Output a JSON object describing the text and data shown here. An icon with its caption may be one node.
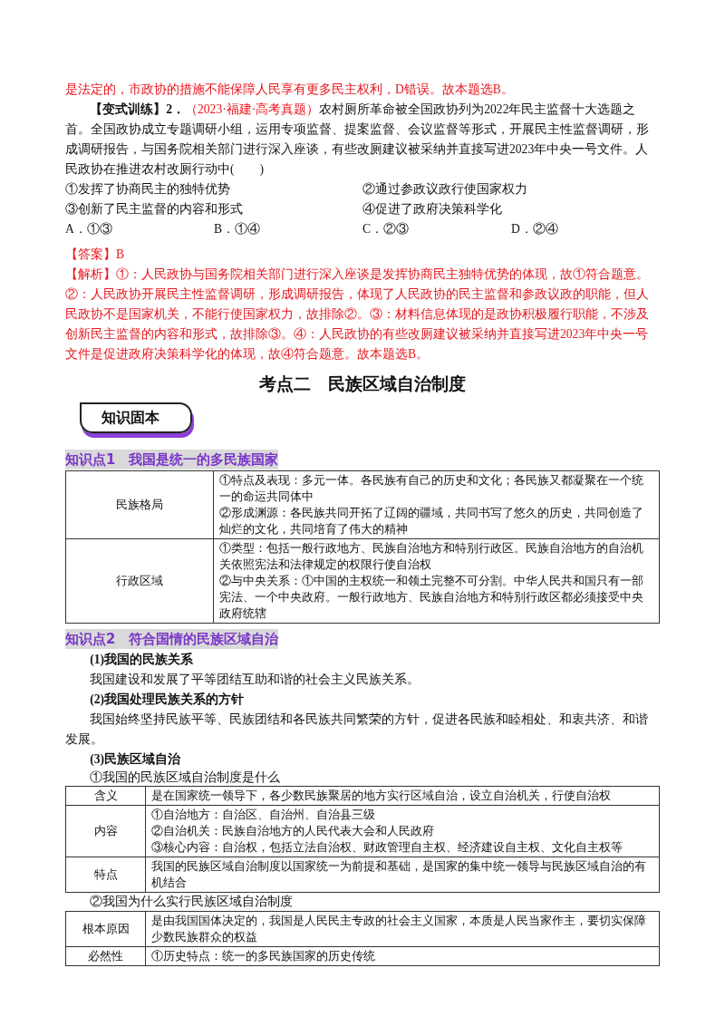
{
  "diagram": {
    "nodes": [
      {
        "text": [
          "知识固本"
        ]
      }
    ],
    "edges": [],
    "labels": [
      "是法定的，市政协的措施不能保障人民享有更多民主权利，D错误。故本题选B。",
      "【变式训练】2．",
      "（2023·福建·高考真题）",
      "农村厕所革命被全国政协列为2022年民主监督十大选题之首。全国政协成立专题调研小组，运用专项监督、提案监督、会议监督等形式，开展民主性监督调研，形成调研报告，与国务院相关部门进行深入座谈，有些改厕建议被采纳并直接写进2023年中央一号文件。人民政协在推进农村改厕行动中(　　)",
      "①发挥了协商民主的独特优势",
      "②通过参政议政行使国家权力",
      "③创新了民主监督的内容和形式",
      "④促进了政府决策科学化",
      "A．①③",
      "B．①④",
      "C．②③",
      "D．②④",
      "【答案】B",
      "【解析】①：人民政协与国务院相关部门进行深入座谈是发挥协商民主独特优势的体现，故①符合题意。②：人民政协开展民主性监督调研，形成调研报告，体现了人民政协的民主监督和参政议政的职能，但人民政协不是国家机关，不能行使国家权力，故排除②。③：材料信息体现的是政协积极履行职能，不涉及创新民主监督的内容和形式，故排除③。④：人民政协的有些改厕建议被采纳并直接写进2023年中央一号文件是促进政府决策科学化的体现，故④符合题意。故本题选B。",
      "考点二　民族区域自治制度",
      "知识点1　我国是统一的多民族国家",
      "民族格局",
      "①特点及表现：多元一体。各民族有自己的历史和文化；各民族又都凝聚在一个统一的命运共同体中",
      "②形成渊源：各民族共同开拓了辽阔的疆域，共同书写了悠久的历史，共同创造了灿烂的文化，共同培育了伟大的精神",
      "行政区域",
      "①类型：包括一般行政地方、民族自治地方和特别行政区。民族自治地方的自治机关依照宪法和法律规定的权限行使自治权",
      "②与中央关系：①中国的主权统一和领土完整不可分割。中华人民共和国只有一部宪法、一个中央政府。一般行政地方、民族自治地方和特别行政区都必须接受中央政府统辖",
      "知识点2　符合国情的民族区域自治",
      "(1)我国的民族关系",
      "我国建设和发展了平等团结互助和谐的社会主义民族关系。",
      "(2)我国处理民族关系的方针",
      "我国始终坚持民族平等、民族团结和各民族共同繁荣的方针，促进各民族和睦相处、和衷共济、和谐发展。",
      "(3)民族区域自治",
      "①我国的民族区域自治制度是什么",
      "含义",
      "是在国家统一领导下，各少数民族聚居的地方实行区域自治，设立自治机关，行使自治权",
      "内容",
      "①自治地方：自治区、自治州、自治县三级",
      "②自治机关：民族自治地方的人民代表大会和人民政府",
      "③核心内容：自治权，包括立法自治权、财政管理自主权、经济建设自主权、文化自主权等",
      "特点",
      "我国的民族区域自治制度以国家统一为前提和基础，是国家的集中统一领导与民族区域自治的有机结合",
      "②我国为什么实行民族区域自治制度",
      "根本原因",
      "是由我国国体决定的，我国是人民民主专政的社会主义国家，本质是人民当家作主，要切实保障少数民族群众的权益",
      "必然性",
      "①历史特点：统一的多民族国家的历史传统"
    ]
  }
}
